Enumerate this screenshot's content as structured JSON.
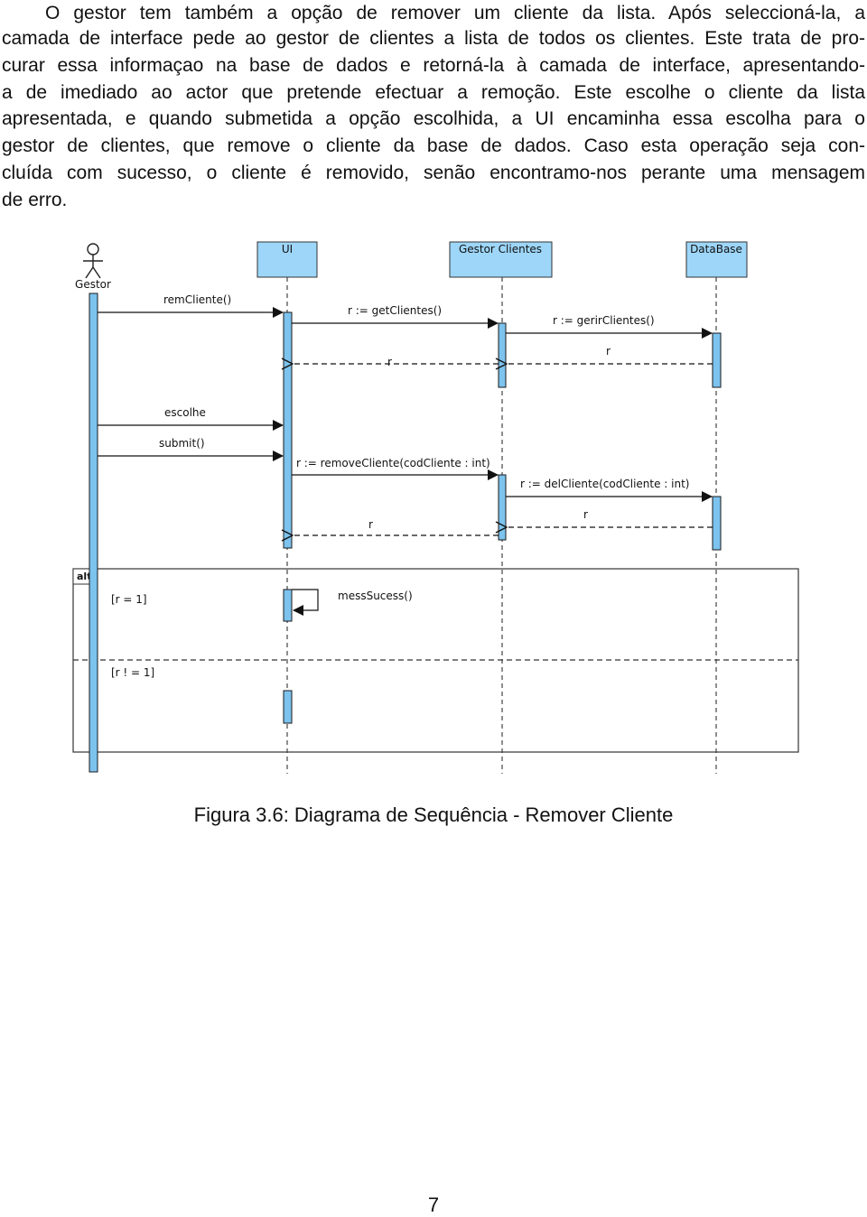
{
  "body_text": {
    "lines": [
      "O gestor tem também a opção de remover um cliente da lista.  Após seleccioná-la, a",
      "camada de interface pede ao gestor de clientes a lista de todos os clientes. Este trata de pro-",
      "curar essa informaçao na base de dados e retorná-la à camada de interface, apresentando-",
      "a de imediado ao actor que pretende efectuar a remoção. Este escolhe o cliente da lista",
      "apresentada, e quando submetida a opção escolhida, a UI encaminha essa escolha para o",
      "gestor de clientes, que remove o cliente da base de dados. Caso esta operação seja con-",
      "cluída com sucesso, o cliente é removido, senão encontramo-nos perante uma mensagem",
      "de erro."
    ]
  },
  "diagram": {
    "actor": {
      "name": "Gestor"
    },
    "lifelines": [
      {
        "name": "UI"
      },
      {
        "name": "Gestor Clientes"
      },
      {
        "name": "DataBase"
      }
    ],
    "messages": [
      "remCliente()",
      "r := getClientes()",
      "r := gerirClientes()",
      "r",
      "r",
      "escolhe",
      "submit()",
      "r := removeCliente(codCliente : int)",
      "r := delCliente(codCliente : int)",
      "r",
      "r",
      "messSucess()"
    ],
    "fragment": {
      "operator": "alt",
      "guards": [
        "[r = 1]",
        "[r ! = 1]"
      ]
    },
    "colors": {
      "activation_fill": "#7cc3ee",
      "header_fill": "#9dd6f9",
      "stroke": "#1a1a1a"
    }
  },
  "caption": "Figura 3.6: Diagrama de Sequência - Remover Cliente",
  "page_number": "7"
}
